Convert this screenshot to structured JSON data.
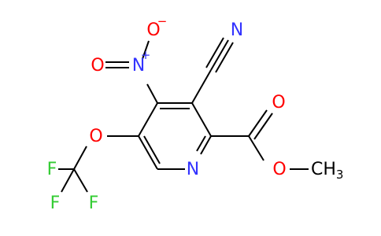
{
  "molecule": {
    "atoms": {
      "n_ring": "N",
      "n_cyano": "N",
      "n_nitro": "N",
      "nitro_o_top": "O",
      "nitro_o_left": "O",
      "ester_o_carbonyl": "O",
      "ester_o_single": "O",
      "ether_o": "O",
      "ch3": "CH",
      "ch3_subscript": "3",
      "f_top": "F",
      "f_left": "F",
      "f_right": "F"
    },
    "charges": {
      "nitro_n": "+",
      "nitro_o": "−"
    },
    "colors": {
      "bond": "#000000",
      "nitrogen": "#3333ff",
      "oxygen": "#ff0000",
      "fluorine": "#33cc33",
      "carbon_label": "#000000"
    }
  }
}
